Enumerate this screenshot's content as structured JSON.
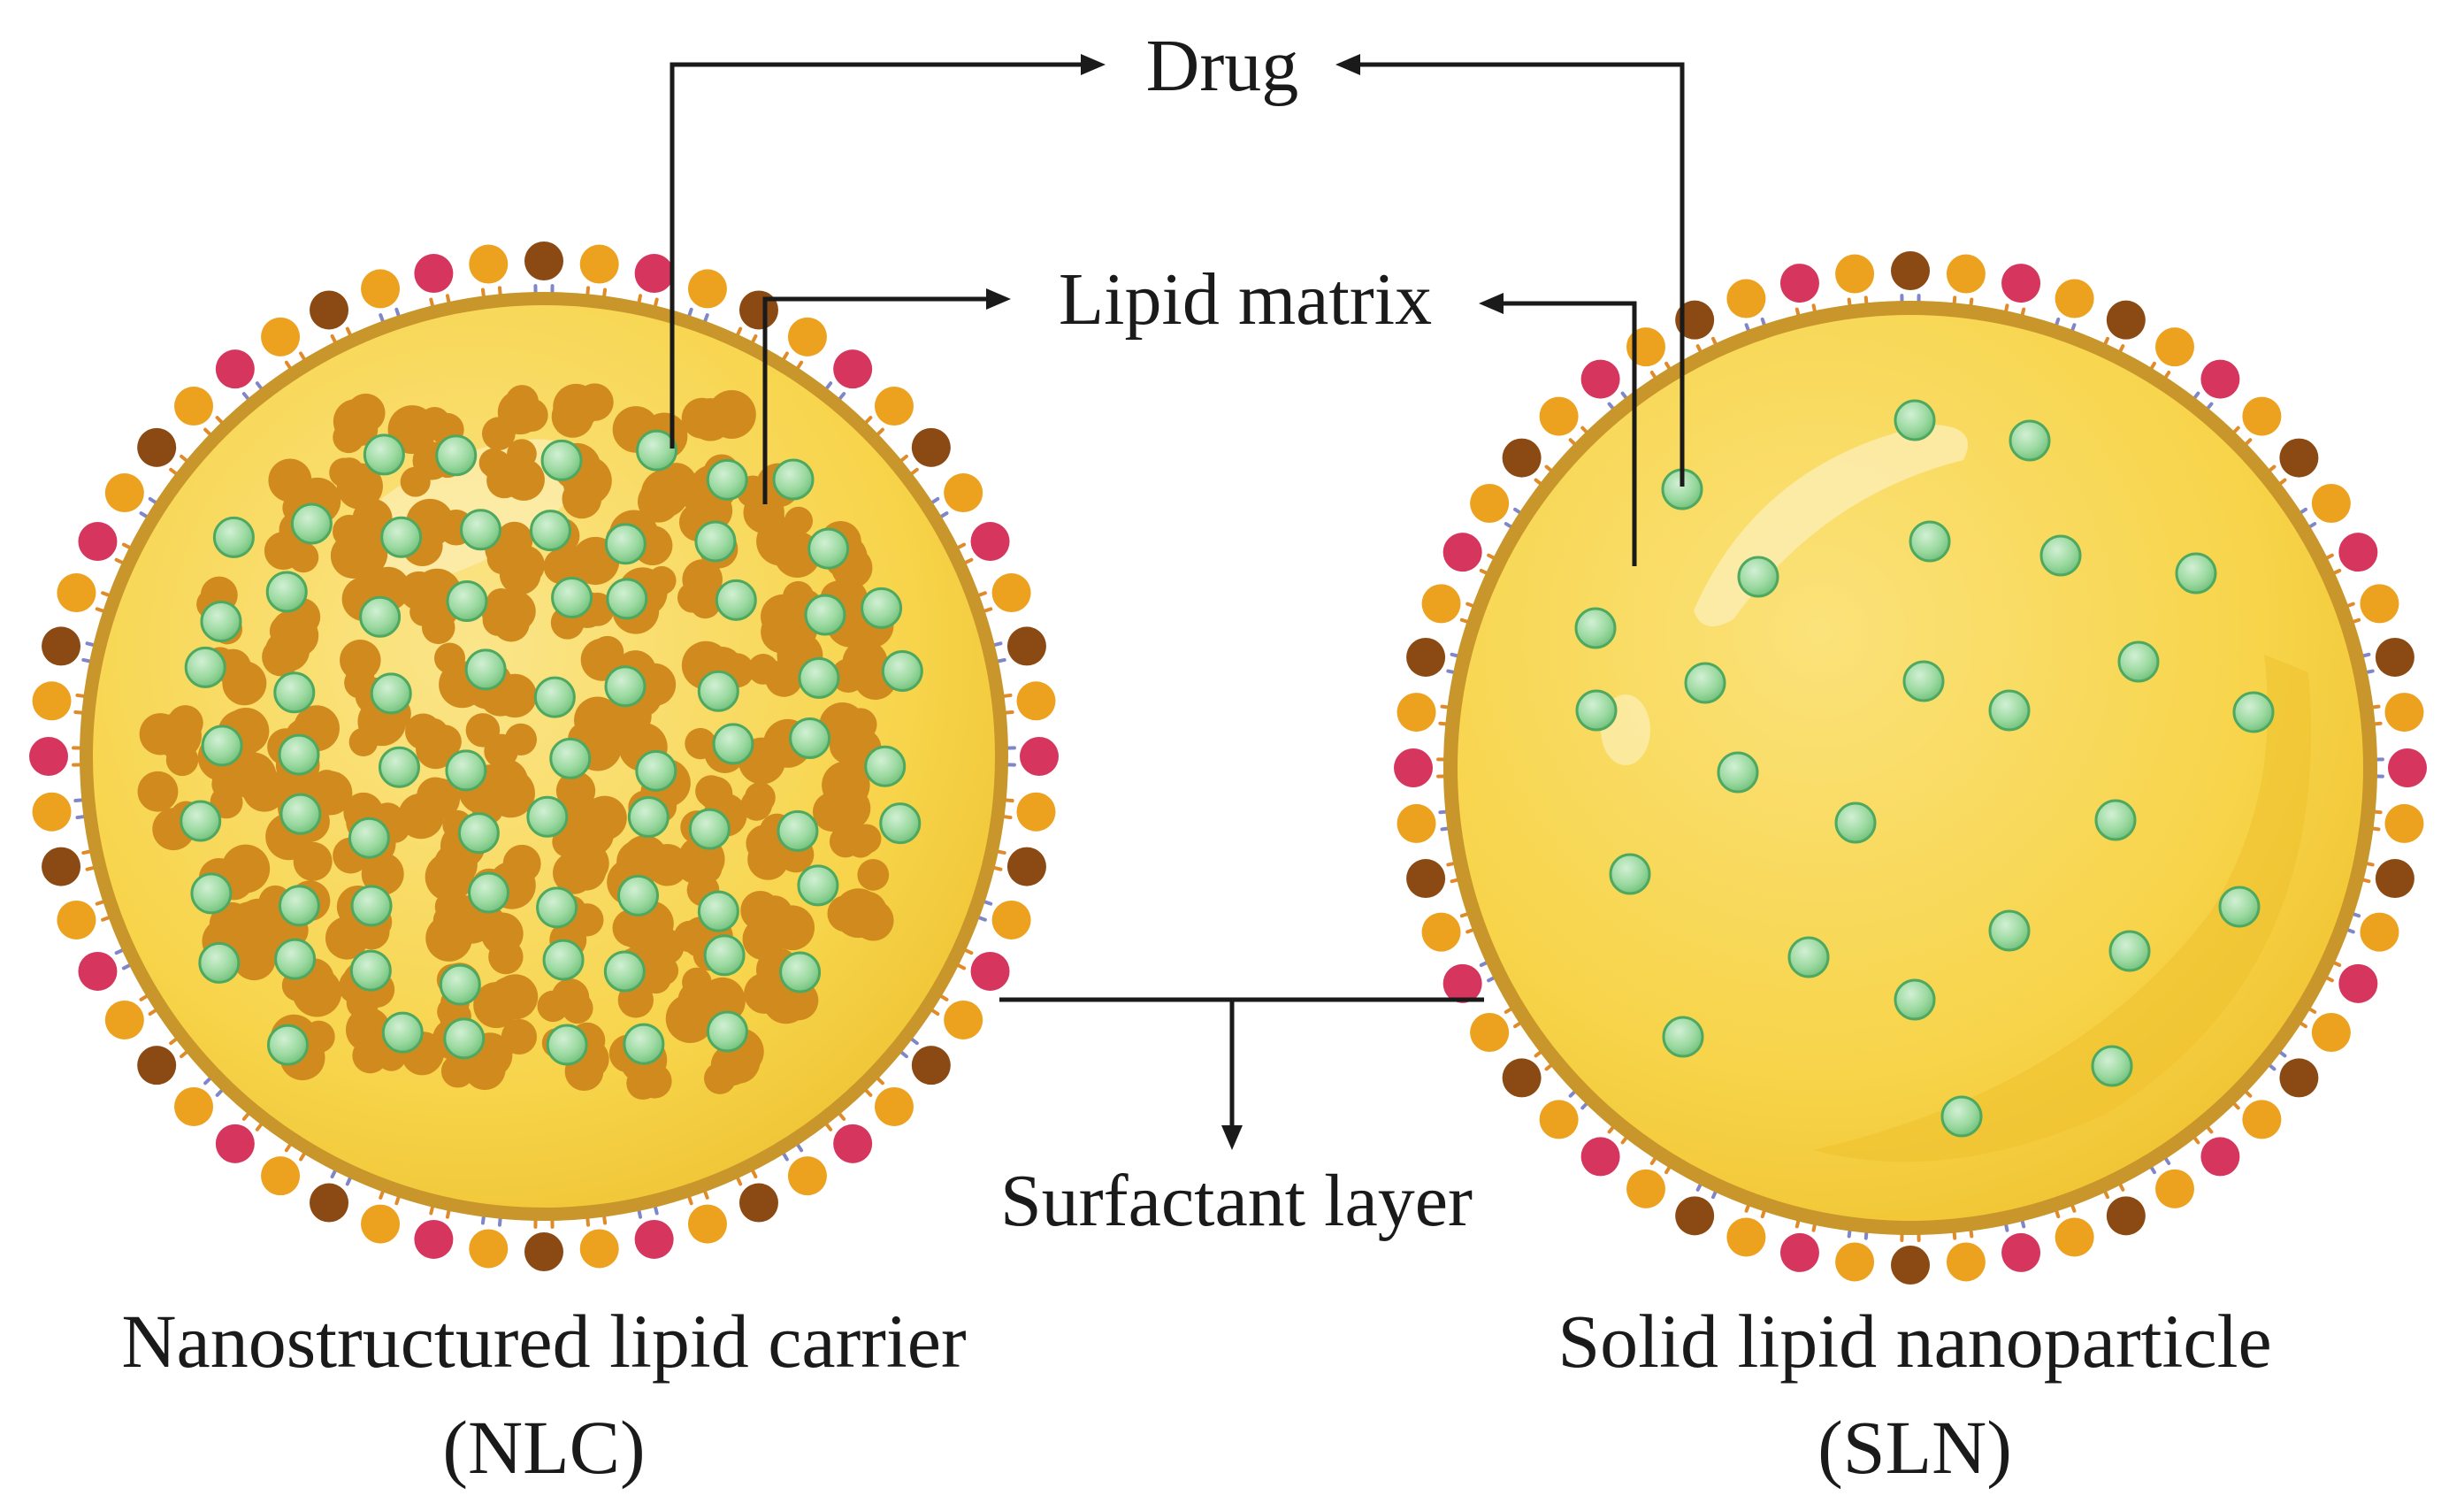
{
  "labels": {
    "drug": "Drug",
    "lipid_matrix": "Lipid matrix",
    "surfactant_layer": "Surfactant layer"
  },
  "particles": {
    "nlc": {
      "caption_line1": "Nanostructured lipid carrier",
      "caption_line2": "(NLC)"
    },
    "sln": {
      "caption_line1": "Solid lipid nanoparticle",
      "caption_line2": "(SLN)"
    }
  },
  "colors": {
    "lipid_core": "#F7D44A",
    "lipid_core_light": "#FBE58A",
    "shell_band": "#C8962A",
    "drug_bead": "#9BD9A0",
    "drug_bead_edge": "#4FA860",
    "liquid_lipid_blob": "#D18A1E",
    "head_red": "#D6355E",
    "head_orange": "#EDA21F",
    "head_brown": "#8B4A14",
    "tail_orange": "#E08A2A",
    "tail_blue": "#7F86C9"
  }
}
